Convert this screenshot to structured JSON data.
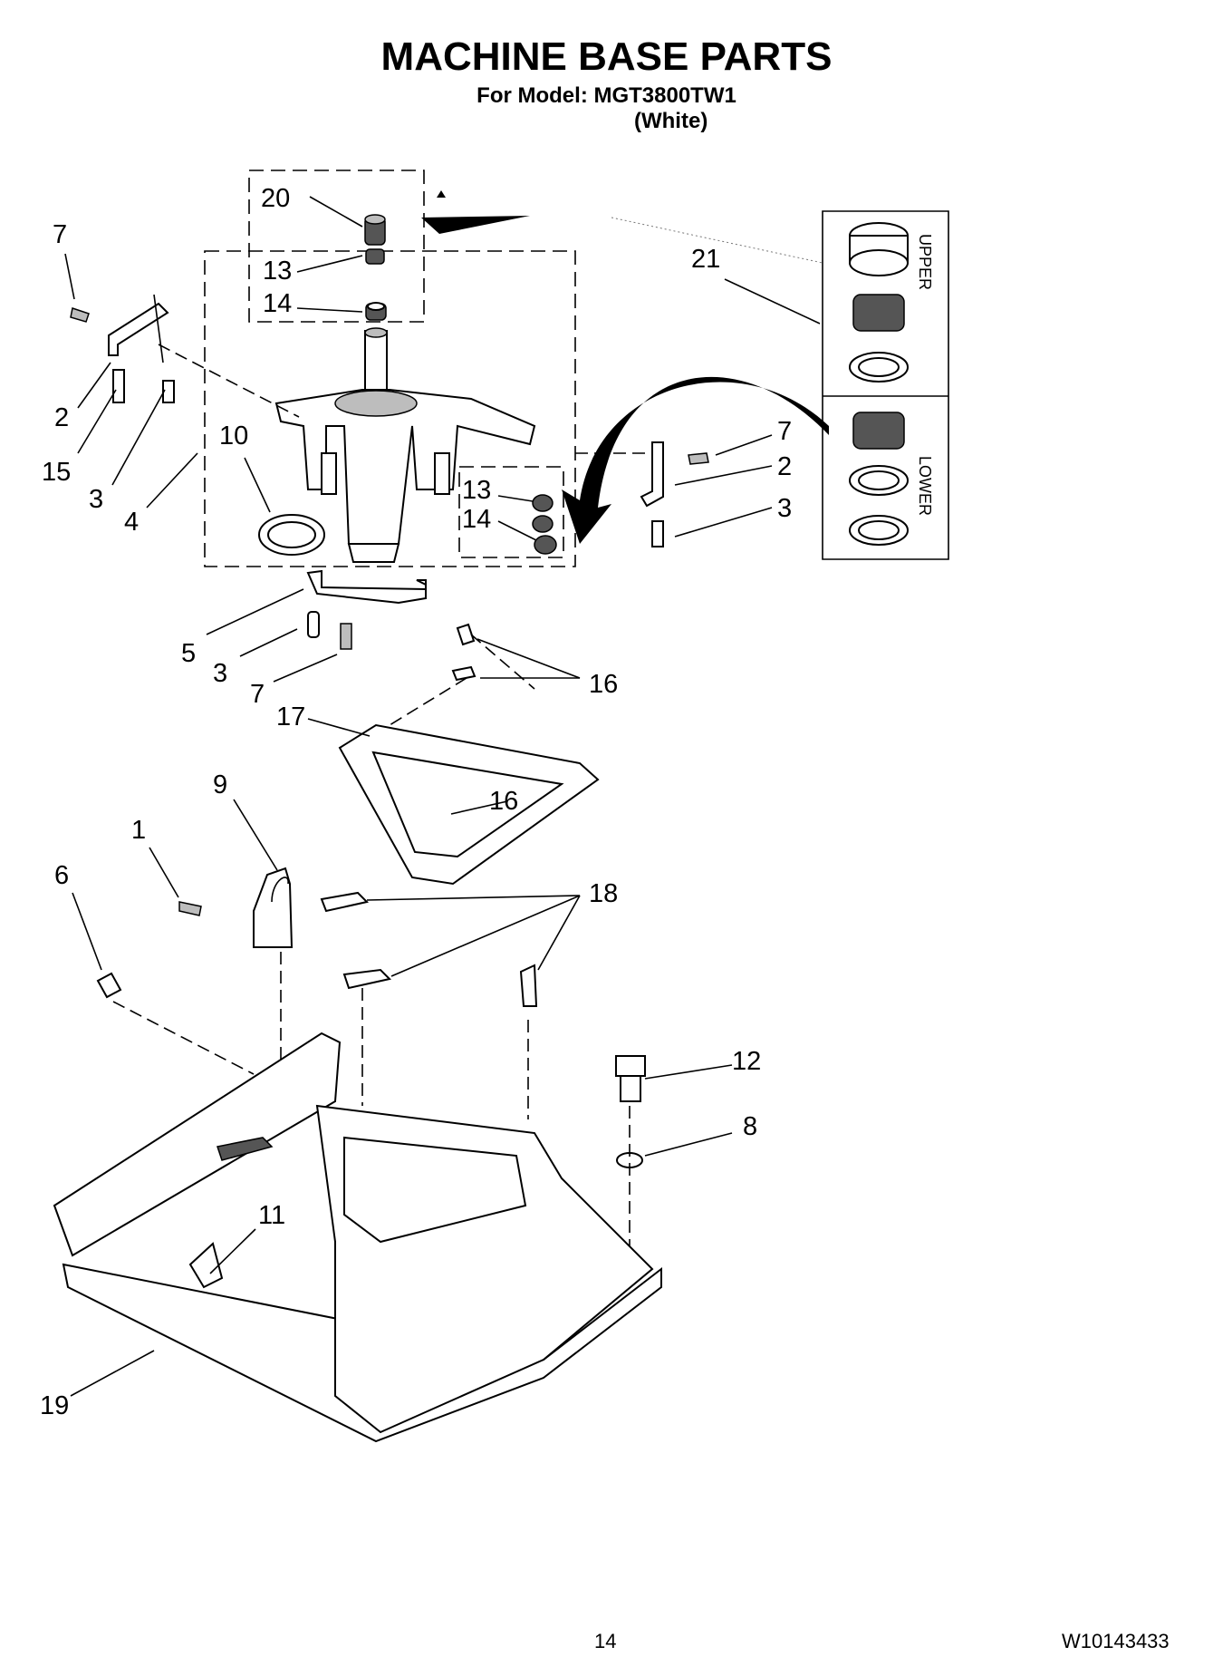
{
  "header": {
    "title": "MACHINE BASE PARTS",
    "model_line": "For Model: MGT3800TW1",
    "color_line": "(White)"
  },
  "footer": {
    "page_number": "14",
    "document_number": "W10143433"
  },
  "callouts": {
    "c20": "20",
    "c13a": "13",
    "c14a": "14",
    "c7a": "7",
    "c2a": "2",
    "c15": "15",
    "c3a": "3",
    "c4": "4",
    "c10": "10",
    "c21": "21",
    "c7b": "7",
    "c2b": "2",
    "c3b": "3",
    "c13b": "13",
    "c14b": "14",
    "c5": "5",
    "c3c": "3",
    "c7c": "7",
    "c16a": "16",
    "c17": "17",
    "c16b": "16",
    "c9": "9",
    "c1": "1",
    "c6": "6",
    "c18": "18",
    "c12": "12",
    "c8": "8",
    "c11": "11",
    "c19": "19"
  },
  "seal_labels": {
    "upper": "UPPER",
    "lower": "LOWER"
  }
}
